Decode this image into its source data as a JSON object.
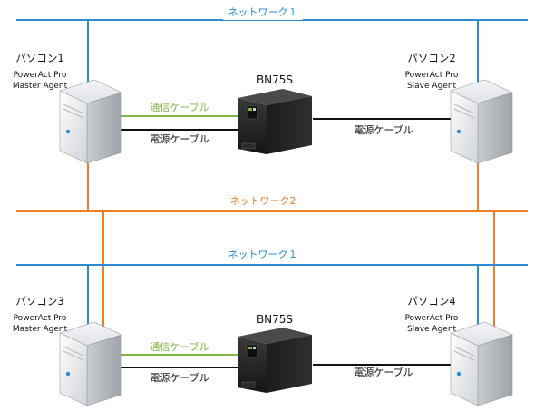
{
  "colors": {
    "network1": "#2e8bd0",
    "network2": "#ef7d22",
    "comm_cable": "#7fb543",
    "power_cable": "#111111",
    "text": "#111111"
  },
  "networks": {
    "top_net1": "ネットワーク１",
    "net2": "ネットワーク2",
    "bottom_net1": "ネットワーク１"
  },
  "top_group": {
    "pc_master": {
      "name": "パソコン1",
      "line1": "PowerAct Pro",
      "line2": "Master Agent"
    },
    "pc_slave": {
      "name": "パソコン2",
      "line1": "PowerAct Pro",
      "line2": "Slave Agent"
    },
    "ups": {
      "name": "BN75S"
    },
    "comm_cable_label": "通信ケーブル",
    "power_cable_left_label": "電源ケーブル",
    "power_cable_right_label": "電源ケーブル"
  },
  "bottom_group": {
    "pc_master": {
      "name": "パソコン3",
      "line1": "PowerAct Pro",
      "line2": "Master Agent"
    },
    "pc_slave": {
      "name": "パソコン4",
      "line1": "PowerAct Pro",
      "line2": "Slave Agent"
    },
    "ups": {
      "name": "BN75S"
    },
    "comm_cable_label": "通信ケーブル",
    "power_cable_left_label": "電源ケーブル",
    "power_cable_right_label": "電源ケーブル"
  }
}
